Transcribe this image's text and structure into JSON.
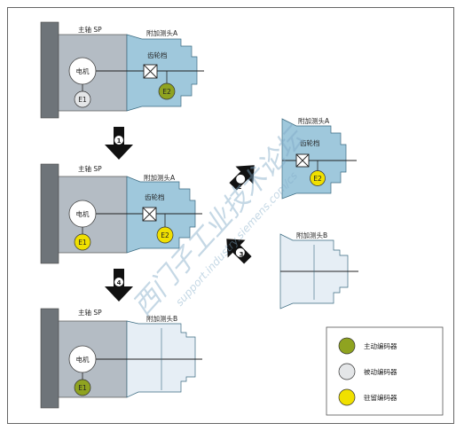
{
  "colors": {
    "spindle": "#b4bcc4",
    "flange": "#6e7479",
    "head_active": "#9fc8dc",
    "head_passive": "#e6eef5",
    "encoder_active": "#8fa320",
    "encoder_passive": "#e4e6e8",
    "encoder_parked": "#f0e000",
    "arrow": "#111111",
    "frame": "#666666",
    "watermark": "#7fa9c6"
  },
  "stage1": {
    "spindle_label": "主轴 SP",
    "head_label": "附加测头A",
    "gear_label": "齿轮档",
    "motor_label": "电机",
    "e1": "E1",
    "e2": "E2"
  },
  "stage2": {
    "spindle_label": "主轴 SP",
    "head_label": "附加测头A",
    "gear_label": "齿轮档",
    "motor_label": "电机",
    "e1": "E1",
    "e2": "E2"
  },
  "stage3": {
    "spindle_label": "主轴 SP",
    "head_label": "附加测头B",
    "motor_label": "电机",
    "e1": "E1"
  },
  "detached_a": {
    "head_label": "附加测头A",
    "gear_label": "齿轮档",
    "e2": "E2"
  },
  "detached_b": {
    "head_label": "附加测头B"
  },
  "steps": [
    "1",
    "2",
    "3",
    "4"
  ],
  "legend": [
    {
      "label": "主动编码器",
      "color_key": "encoder_active"
    },
    {
      "label": "被动编码器",
      "color_key": "encoder_passive"
    },
    {
      "label": "驻留编码器",
      "color_key": "encoder_parked"
    }
  ],
  "watermark": {
    "line1": "西门子工业技术论坛",
    "line2": "support.industry.siemens.com/cs"
  }
}
